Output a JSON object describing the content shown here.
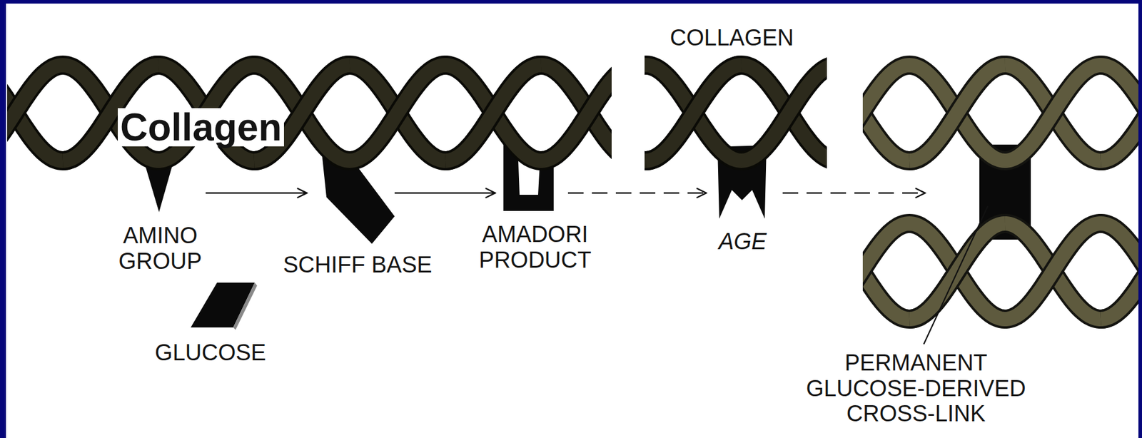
{
  "diagram": {
    "nodes": [
      {
        "text": [
          "AMINO GROUP"
        ]
      },
      {
        "text": [
          "GLUCOSE"
        ]
      },
      {
        "text": [
          "SCHIFF BASE"
        ]
      },
      {
        "text": [
          "AMADORI PRODUCT"
        ]
      },
      {
        "text": [
          "AGE"
        ]
      },
      {
        "text": [
          "PERMANENT GLUCOSE-DERIVED CROSS-LINK"
        ]
      }
    ],
    "edges": [
      {
        "from": 0,
        "to": 2,
        "arrow": "to"
      },
      {
        "from": 2,
        "to": 3,
        "arrow": "to"
      },
      {
        "from": 3,
        "to": 4,
        "arrow": "to"
      },
      {
        "from": 4,
        "to": 5,
        "arrow": "to"
      }
    ],
    "labels": [
      "Collagen",
      "COLLAGEN"
    ]
  }
}
